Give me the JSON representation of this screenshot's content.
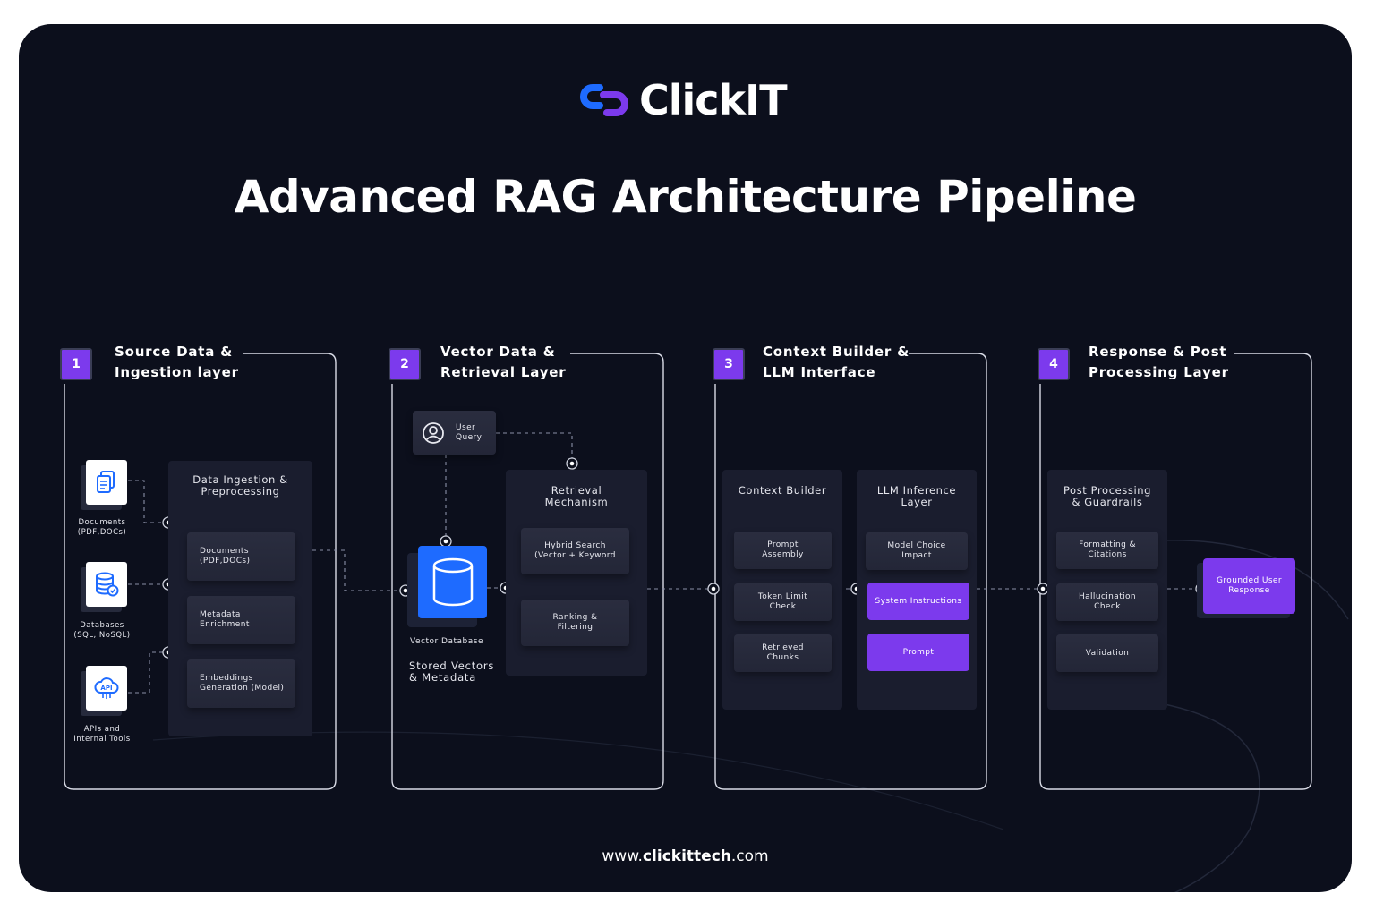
{
  "brand": {
    "name": "ClickIT",
    "accent": "#7c3aed",
    "logo_colors": [
      "#1e6bff",
      "#7c3aed"
    ]
  },
  "title": "Advanced RAG Architecture Pipeline",
  "footer": {
    "prefix": "www.",
    "bold": "clickittech",
    "suffix": ".com"
  },
  "layers": [
    {
      "number": "1",
      "title_line1": "Source Data &",
      "title_line2": "Ingestion layer"
    },
    {
      "number": "2",
      "title_line1": "Vector Data &",
      "title_line2": "Retrieval Layer"
    },
    {
      "number": "3",
      "title_line1": "Context Builder &",
      "title_line2": "LLM Interface"
    },
    {
      "number": "4",
      "title_line1": "Response & Post",
      "title_line2": "Processing Layer"
    }
  ],
  "sources": [
    {
      "icon": "document-icon",
      "line1": "Documents",
      "line2": "(PDF,DOCs)"
    },
    {
      "icon": "database-icon",
      "line1": "Databases",
      "line2": "(SQL, NoSQL)"
    },
    {
      "icon": "api-icon",
      "line1": "APIs and",
      "line2": "Internal Tools"
    }
  ],
  "ingestion": {
    "title_line1": "Data Ingestion &",
    "title_line2": "Preprocessing",
    "cards": [
      {
        "line1": "Documents",
        "line2": "(PDF,DOCs)"
      },
      {
        "line1": "Metadata",
        "line2": "Enrichment"
      },
      {
        "line1": "Embeddings",
        "line2": "Generation (Model)"
      }
    ]
  },
  "vector": {
    "user_query_line1": "User",
    "user_query_line2": "Query",
    "db_label": "Vector Database",
    "stored_line1": "Stored Vectors",
    "stored_line2": "& Metadata",
    "db_color": "#1e6bff"
  },
  "retrieval": {
    "title_line1": "Retrieval",
    "title_line2": "Mechanism",
    "cards": [
      {
        "line1": "Hybrid Search",
        "line2": "(Vector + Keyword"
      },
      {
        "line1": "Ranking &",
        "line2": "Filtering"
      }
    ]
  },
  "context_builder": {
    "title": "Context Builder",
    "cards": [
      {
        "line1": "Prompt",
        "line2": "Assembly"
      },
      {
        "line1": "Token Limit",
        "line2": "Check"
      },
      {
        "line1": "Retrieved",
        "line2": "Chunks"
      }
    ]
  },
  "llm": {
    "title_line1": "LLM Inference",
    "title_line2": "Layer",
    "cards": [
      {
        "line1": "Model Choice",
        "line2": "Impact"
      },
      {
        "line1": "System Instructions",
        "line2": ""
      },
      {
        "line1": "Prompt",
        "line2": ""
      }
    ]
  },
  "post": {
    "title_line1": "Post Processing",
    "title_line2": "& Guardrails",
    "cards": [
      {
        "line1": "Formatting &",
        "line2": "Citations"
      },
      {
        "line1": "Hallucination",
        "line2": "Check"
      },
      {
        "line1": "Validation",
        "line2": ""
      }
    ]
  },
  "response": {
    "line1": "Grounded User",
    "line2": "Response"
  }
}
